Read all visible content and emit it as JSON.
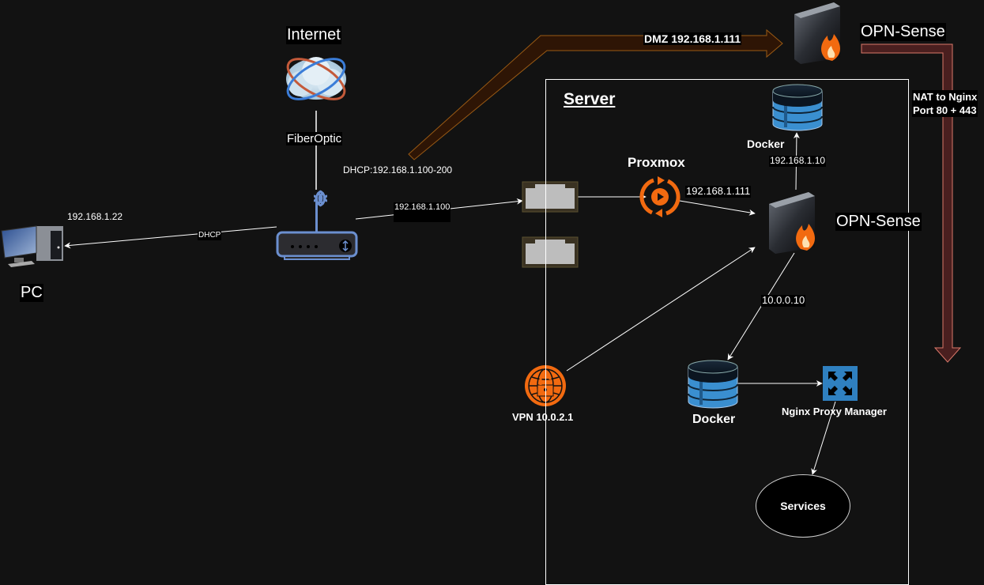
{
  "diagram": {
    "nodes": {
      "internet": {
        "label": "Internet",
        "icon": "cloud-globe-icon"
      },
      "router": {
        "icon": "wifi-router-icon"
      },
      "pc": {
        "label": "PC",
        "ip": "192.168.1.22",
        "icon": "desktop-computer-icon"
      },
      "nic1": {
        "icon": "ethernet-port-icon"
      },
      "nic2": {
        "icon": "ethernet-port-icon"
      },
      "proxmox": {
        "label": "Proxmox",
        "icon": "proxmox-icon"
      },
      "opnsense_internal": {
        "label": "OPN-Sense",
        "icon": "firewall-icon"
      },
      "opnsense_external": {
        "label": "OPN-Sense",
        "icon": "firewall-icon"
      },
      "docker_top": {
        "label": "Docker",
        "icon": "database-icon"
      },
      "docker_bottom": {
        "label": "Docker",
        "icon": "database-icon"
      },
      "nginx": {
        "label": "Nginx Proxy Manager",
        "icon": "expand-arrows-icon"
      },
      "vpn": {
        "label": "VPN 10.0.2.1",
        "icon": "vpn-globe-lock-icon"
      },
      "services": {
        "label": "Services"
      }
    },
    "containers": {
      "server": {
        "label": "Server"
      }
    },
    "edges": {
      "internet_router": {
        "label": "FiberOptic"
      },
      "router_pc": {
        "label": "DHCP"
      },
      "router_dhcp_range": {
        "label": "DHCP:192.168.1.100-200"
      },
      "router_nic": {
        "label": "192.168.1.100"
      },
      "proxmox_opnsense": {
        "label": "192.168.1.111"
      },
      "opnsense_docker_top": {
        "label": "192.168.1.10"
      },
      "opnsense_docker_bottom": {
        "label": "10.0.0.10"
      },
      "dmz": {
        "label": "DMZ 192.168.1.111"
      },
      "nat": {
        "line1": "NAT to Nginx",
        "line2": "Port 80 + 443"
      }
    },
    "colors": {
      "background": "#121212",
      "dmz_arrow_fill": "#2e1505",
      "dmz_arrow_stroke": "#9a5a14",
      "nat_arrow_fill": "#4a1f1f",
      "nat_arrow_stroke": "#d9786a",
      "accent_orange": "#f26a10",
      "docker_blue": "#3a8fd0",
      "nginx_blue": "#2f80c0",
      "router_blue": "#6b8fcf"
    }
  }
}
